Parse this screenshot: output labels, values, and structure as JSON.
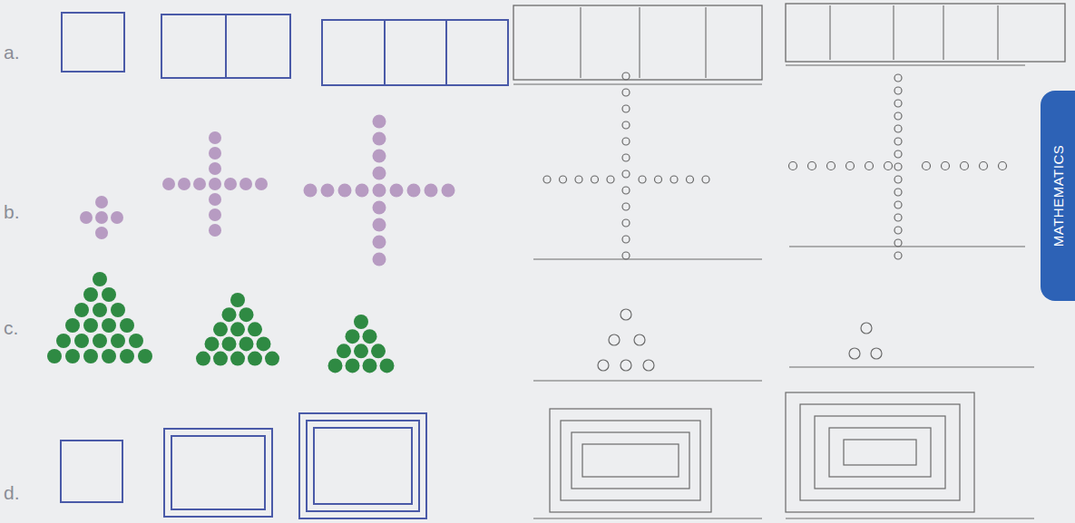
{
  "diagram": {
    "nodes": [
      {
        "text": [
          "MATHEMATICS"
        ]
      }
    ],
    "labels": [
      "a.",
      "b.",
      "c.",
      "d."
    ]
  }
}
